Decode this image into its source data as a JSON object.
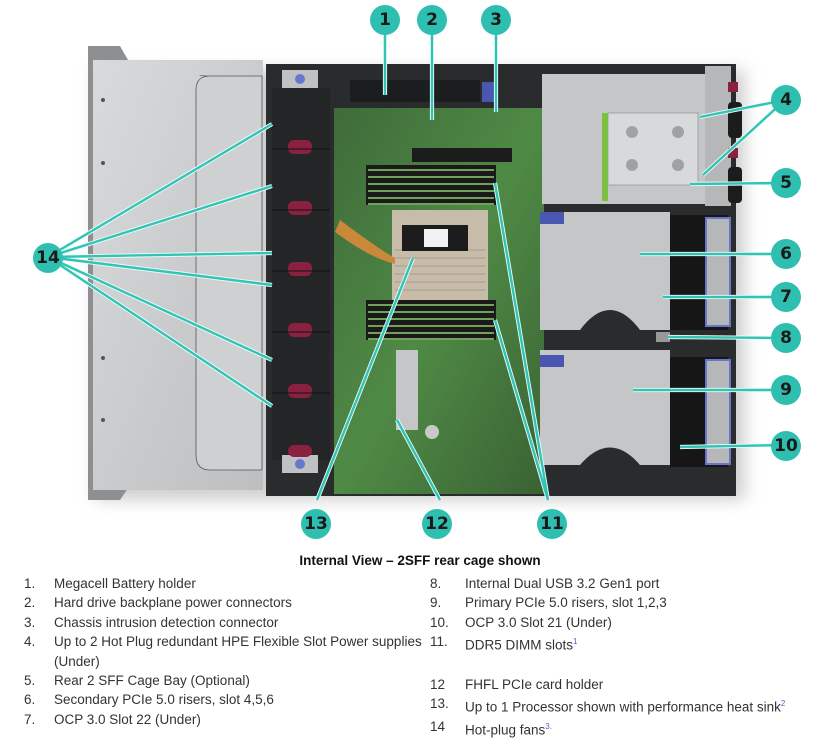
{
  "figure": {
    "title": "Internal View – 2SFF rear cage shown",
    "callouts": [
      "1",
      "2",
      "3",
      "4",
      "5",
      "6",
      "7",
      "8",
      "9",
      "10",
      "11",
      "12",
      "13",
      "14"
    ],
    "accent_color": "#2fbfb1"
  },
  "legend": {
    "left": [
      {
        "num": "1.",
        "text": "Megacell Battery holder"
      },
      {
        "num": "2.",
        "text": "Hard drive backplane power connectors"
      },
      {
        "num": "3.",
        "text": "Chassis intrusion detection connector"
      },
      {
        "num": "4.",
        "text": "Up to 2 Hot Plug redundant HPE Flexible Slot Power supplies",
        "cont": "(Under)"
      },
      {
        "num": "5.",
        "text": "Rear 2 SFF Cage Bay (Optional)"
      },
      {
        "num": "6.",
        "text": "Secondary PCIe 5.0 risers, slot 4,5,6"
      },
      {
        "num": "7.",
        "text": "OCP 3.0 Slot 22 (Under)"
      }
    ],
    "right": [
      {
        "num": "8.",
        "text": "Internal Dual USB 3.2 Gen1 port"
      },
      {
        "num": "9.",
        "text": "Primary PCIe 5.0 risers, slot 1,2,3"
      },
      {
        "num": "10.",
        "text": "OCP 3.0 Slot 21 (Under)"
      },
      {
        "num": "11.",
        "text": "DDR5 DIMM slots",
        "sup": "1"
      },
      {
        "num": "12",
        "text": "FHFL PCIe card holder"
      },
      {
        "num": "13.",
        "text": "Up to 1 Processor shown with performance heat sink",
        "sup": "2"
      },
      {
        "num": "14",
        "text": "Hot-plug fans",
        "sup": "3."
      }
    ]
  }
}
